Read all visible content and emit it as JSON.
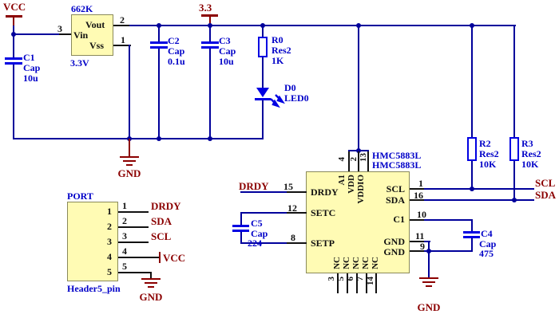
{
  "nets": {
    "vcc": "VCC",
    "v33": "3.3",
    "gnd": "GND",
    "drdy": "DRDY",
    "sda": "SDA",
    "scl": "SCL"
  },
  "regulator": {
    "part": "662K",
    "value": "3.3V",
    "pin_vout": "Vout",
    "pin_vin": "Vin",
    "pin_vss": "Vss",
    "num_vin": "3",
    "num_vout": "2",
    "num_vss": "1"
  },
  "capacitors": {
    "c1": {
      "ref": "C1",
      "type": "Cap",
      "value": "10u"
    },
    "c2": {
      "ref": "C2",
      "type": "Cap",
      "value": "0.1u"
    },
    "c3": {
      "ref": "C3",
      "type": "Cap",
      "value": "10u"
    },
    "c4": {
      "ref": "C4",
      "type": "Cap",
      "value": "475"
    },
    "c5": {
      "ref": "C5",
      "type": "Cap",
      "value": "224"
    }
  },
  "resistors": {
    "r0": {
      "ref": "R0",
      "type": "Res2",
      "value": "1K"
    },
    "r2": {
      "ref": "R2",
      "type": "Res2",
      "value": "10K"
    },
    "r3": {
      "ref": "R3",
      "type": "Res2",
      "value": "10K"
    }
  },
  "led": {
    "ref": "D0",
    "value": "LED0"
  },
  "chip": {
    "name_line1": "HMC5883L",
    "name_line2": "HMC5883L",
    "top_pins": [
      {
        "number": "4",
        "name": "A1"
      },
      {
        "number": "2",
        "name": "VDD"
      },
      {
        "number": "13",
        "name": "VDDIO"
      }
    ],
    "left_pins": [
      {
        "number": "15",
        "name": "DRDY"
      },
      {
        "number": "12",
        "name": "SETC"
      },
      {
        "number": "8",
        "name": "SETP"
      }
    ],
    "right_pins": [
      {
        "number": "1",
        "name": "SCL"
      },
      {
        "number": "16",
        "name": "SDA"
      },
      {
        "number": "10",
        "name": "C1"
      },
      {
        "number": "11",
        "name": "GND"
      },
      {
        "number": "9",
        "name": "GND"
      }
    ],
    "bottom_pins": [
      {
        "number": "3",
        "name": "NC"
      },
      {
        "number": "5",
        "name": "NC"
      },
      {
        "number": "6",
        "name": "NC"
      },
      {
        "number": "7",
        "name": "NC"
      },
      {
        "number": "14",
        "name": "NC"
      }
    ]
  },
  "port": {
    "title": "PORT",
    "part": "Header5_pin",
    "pins": [
      {
        "number": "1",
        "label": "DRDY"
      },
      {
        "number": "2",
        "label": "SDA"
      },
      {
        "number": "3",
        "label": "SCL"
      },
      {
        "number": "4",
        "label": "VCC"
      },
      {
        "number": "5",
        "label": "GND"
      }
    ]
  },
  "colors": {
    "wire": "#00009B",
    "component": "#0000E2",
    "net_label": "#8B0000",
    "label_blue": "#0000C8",
    "pin_text": "#111111",
    "chip_fill": "#FFFBB4",
    "chip_border": "#8A8A5A",
    "background": "#FFFFFF"
  }
}
